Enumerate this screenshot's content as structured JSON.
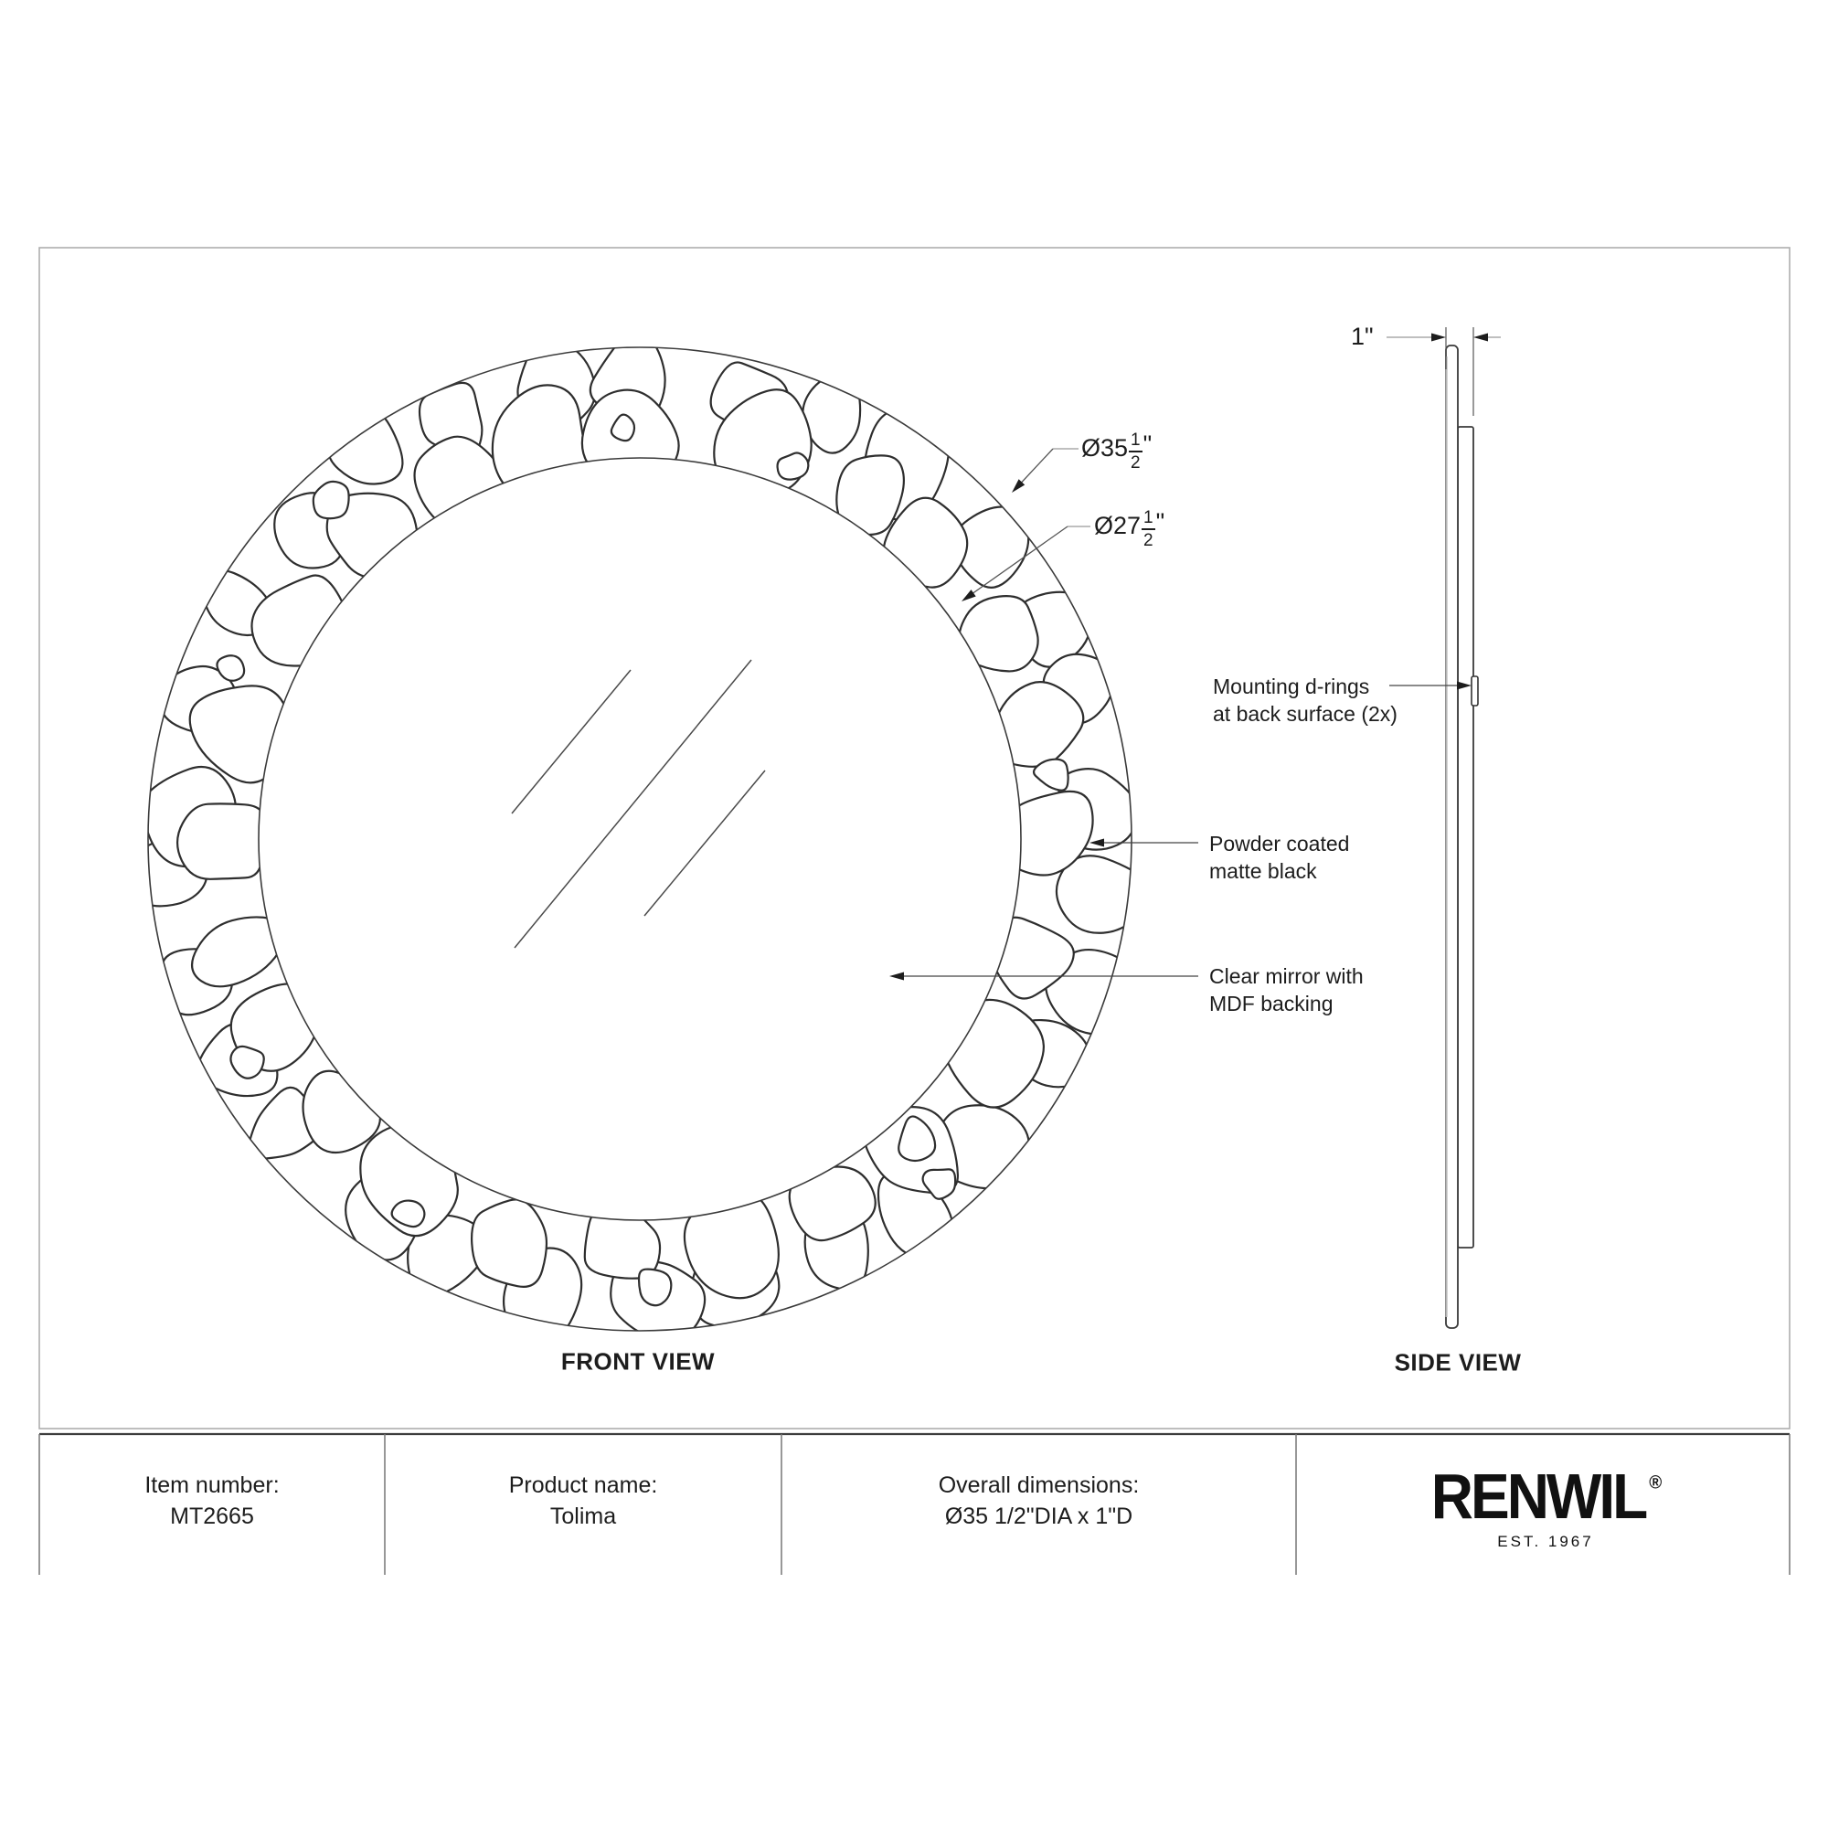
{
  "sheet": {
    "front_view_label": "FRONT VIEW",
    "side_view_label": "SIDE VIEW"
  },
  "dimensions": {
    "outer_diameter": {
      "prefix": "Ø35",
      "numerator": "1",
      "denominator": "2",
      "suffix": "\""
    },
    "inner_diameter": {
      "prefix": "Ø27",
      "numerator": "1",
      "denominator": "2",
      "suffix": "\""
    },
    "depth": "1\""
  },
  "annotations": {
    "mounting": {
      "line1": "Mounting d-rings",
      "line2": "at back surface (2x)"
    },
    "finish": {
      "line1": "Powder coated",
      "line2": "matte black"
    },
    "mirror": {
      "line1": "Clear mirror with",
      "line2": "MDF backing"
    }
  },
  "spec_table": {
    "item": {
      "label": "Item number:",
      "value": "MT2665"
    },
    "product": {
      "label": "Product name:",
      "value": "Tolima"
    },
    "overall": {
      "label": "Overall dimensions:",
      "value": "Ø35 1/2\"DIA x 1\"D"
    }
  },
  "brand": {
    "name": "RENWIL",
    "registered": "®",
    "established": "EST. 1967"
  },
  "colors": {
    "ink": "#2e2e2e",
    "leader_gray": "#999999",
    "border_gray": "#a8a8a8",
    "background": "#ffffff"
  }
}
